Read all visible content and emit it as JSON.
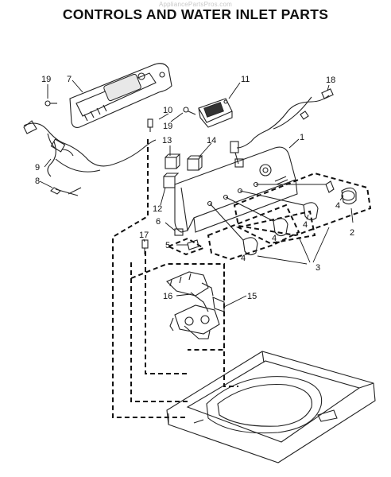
{
  "watermark": "AppliancePartsPros.com",
  "title": "CONTROLS AND WATER INLET PARTS",
  "callouts": [
    {
      "id": "c19a",
      "text": "19"
    },
    {
      "id": "c7",
      "text": "7"
    },
    {
      "id": "c11",
      "text": "11"
    },
    {
      "id": "c18",
      "text": "18"
    },
    {
      "id": "c10",
      "text": "10"
    },
    {
      "id": "c19b",
      "text": "19"
    },
    {
      "id": "c9",
      "text": "9"
    },
    {
      "id": "c1",
      "text": "1"
    },
    {
      "id": "c13",
      "text": "13"
    },
    {
      "id": "c14",
      "text": "14"
    },
    {
      "id": "c8",
      "text": "8"
    },
    {
      "id": "c12",
      "text": "12"
    },
    {
      "id": "c4a",
      "text": "4"
    },
    {
      "id": "c6",
      "text": "6"
    },
    {
      "id": "c4b",
      "text": "4"
    },
    {
      "id": "c2",
      "text": "2"
    },
    {
      "id": "c4c",
      "text": "4"
    },
    {
      "id": "c17",
      "text": "17"
    },
    {
      "id": "c5",
      "text": "5"
    },
    {
      "id": "c4d",
      "text": "4"
    },
    {
      "id": "c3",
      "text": "3"
    },
    {
      "id": "c15",
      "text": "15"
    },
    {
      "id": "c16",
      "text": "16"
    }
  ]
}
